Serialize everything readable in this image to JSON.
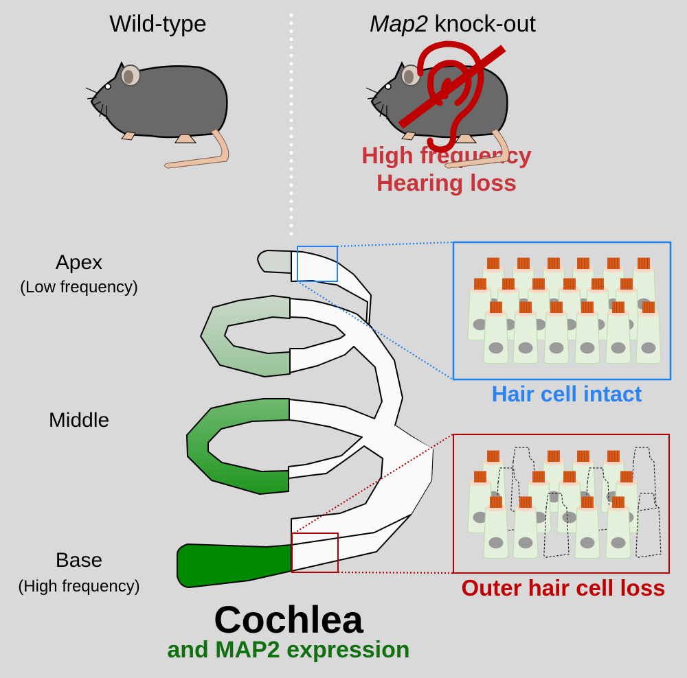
{
  "header": {
    "wild_type_label": "Wild-type",
    "knockout_gene": "Map2",
    "knockout_suffix": " knock-out",
    "phenotype_line1": "High frequency",
    "phenotype_line2": "Hearing loss"
  },
  "cochlea_regions": {
    "apex": {
      "label": "Apex",
      "sublabel": "(Low frequency)"
    },
    "middle": {
      "label": "Middle"
    },
    "base": {
      "label": "Base",
      "sublabel": "(High frequency)"
    }
  },
  "footer": {
    "title": "Cochlea",
    "subtitle": "and MAP2 expression"
  },
  "insets": {
    "apex_caption": "Hair cell intact",
    "base_caption": "Outer hair cell loss"
  },
  "icons": {
    "mouse": "mouse-icon",
    "no_hearing": "hearing-loss-icon"
  },
  "colors": {
    "background": "#d9d9d9",
    "phenotype_red": "#c8343a",
    "map2_green": "#008a00",
    "intact_blue": "#2b83ef",
    "loss_red": "#c00000"
  }
}
